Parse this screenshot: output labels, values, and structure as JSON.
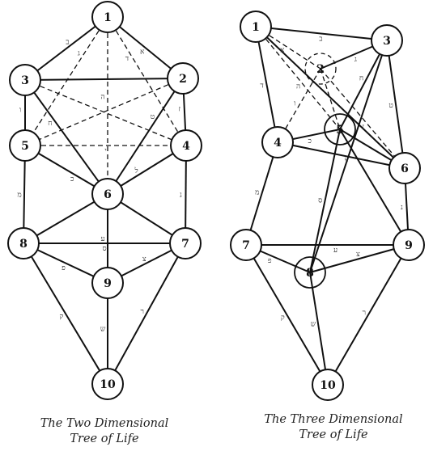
{
  "diagrams": [
    {
      "id": "two-dimensional",
      "caption_line1": "The Two Dimensional",
      "caption_line2": "Tree of Life",
      "sephirot": [
        "1",
        "2",
        "3",
        "4",
        "5",
        "6",
        "7",
        "8",
        "9",
        "10"
      ],
      "path_letters": [
        "ב",
        "א",
        "ג",
        "ד",
        "ה",
        "ו",
        "ז",
        "ח",
        "ט",
        "י",
        "כ",
        "ל",
        "מ",
        "נ",
        "ס",
        "ע",
        "פ",
        "צ",
        "ק",
        "ר",
        "ש",
        "ת"
      ]
    },
    {
      "id": "three-dimensional",
      "caption_line1": "The Three Dimensional",
      "caption_line2": "Tree of Life",
      "sephirot": [
        "1",
        "2",
        "3",
        "4",
        "5",
        "6",
        "7",
        "8",
        "9",
        "10"
      ],
      "path_letters": [
        "ב",
        "א",
        "ג",
        "ד",
        "ה",
        "ו",
        "ז",
        "ח",
        "ט",
        "י",
        "כ",
        "ל",
        "מ",
        "נ",
        "ס",
        "ע",
        "פ",
        "צ",
        "ק",
        "ר",
        "ש",
        "ת"
      ]
    }
  ],
  "colors": {
    "ink": "#111111",
    "background": "#ffffff"
  }
}
